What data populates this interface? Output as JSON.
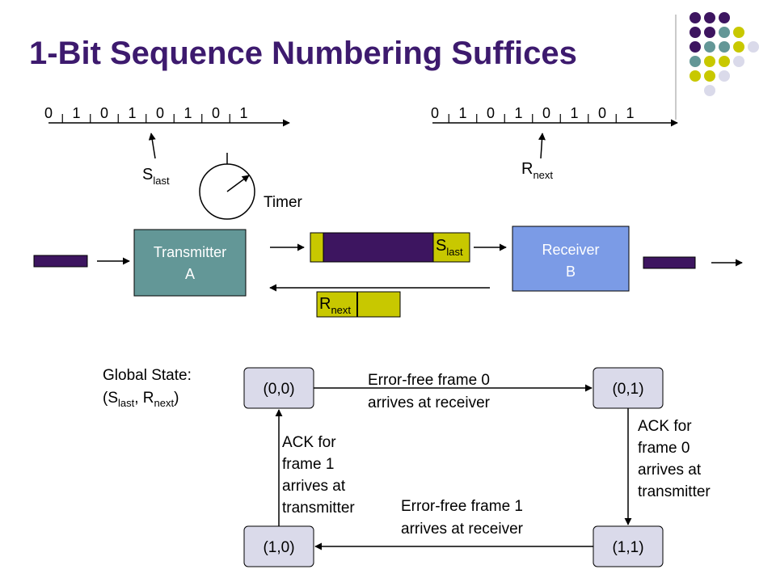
{
  "slide": {
    "title": "1-Bit Sequence Numbering Suffices",
    "colors": {
      "title": "#3d1a6e",
      "dark_purple": "#3d1560",
      "teal": "#639797",
      "yellow_green": "#c8c800",
      "lavender": "#dadaea",
      "receiver_blue": "#7b9be6"
    },
    "sender_sequence": [
      "0",
      "1",
      "0",
      "1",
      "0",
      "1",
      "0",
      "1"
    ],
    "receiver_sequence": [
      "0",
      "1",
      "0",
      "1",
      "0",
      "1",
      "0",
      "1"
    ],
    "s_last": {
      "main": "S",
      "sub": "last"
    },
    "r_next": {
      "main": "R",
      "sub": "next"
    },
    "timer_label": "Timer",
    "transmitter": {
      "line1": "Transmitter",
      "line2": "A"
    },
    "receiver": {
      "line1": "Receiver",
      "line2": "B"
    },
    "global_state": {
      "line1": "Global State:",
      "open": "(S",
      "s_sub": "last",
      "mid": ", R",
      "r_sub": "next",
      "close": ")"
    },
    "states": {
      "s00": "(0,0)",
      "s01": "(0,1)",
      "s11": "(1,1)",
      "s10": "(1,0)"
    },
    "transitions": {
      "top": [
        "Error-free frame 0",
        "arrives at receiver"
      ],
      "right": [
        "ACK for",
        "frame 0",
        "arrives at",
        "transmitter"
      ],
      "bottom": [
        "Error-free frame 1",
        "arrives at receiver"
      ],
      "left": [
        "ACK for",
        "frame 1",
        "arrives at",
        "transmitter"
      ]
    }
  }
}
